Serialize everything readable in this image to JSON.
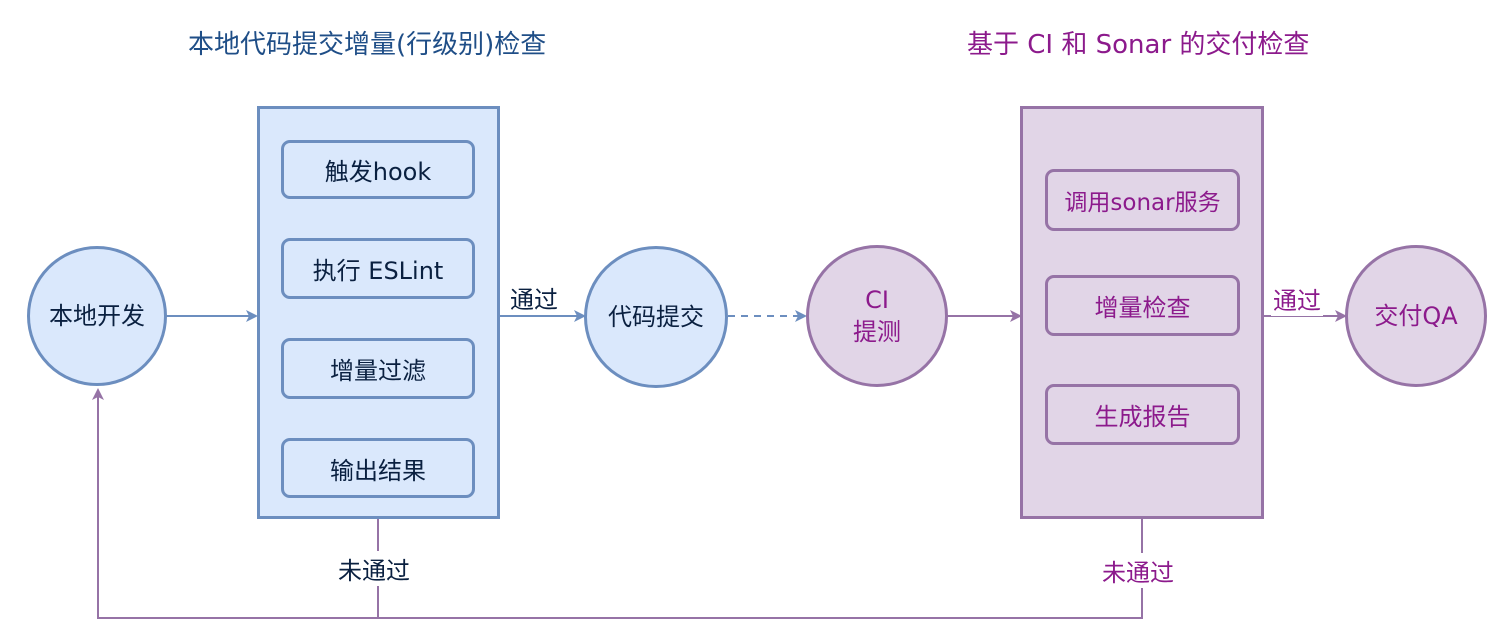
{
  "diagram": {
    "left_section": {
      "title": "本地代码提交增量(行级别)检查",
      "steps": [
        "触发hook",
        "执行 ESLint",
        "增量过滤",
        "输出结果"
      ]
    },
    "right_section": {
      "title": "基于 CI 和 Sonar 的交付检查",
      "steps": [
        "调用sonar服务",
        "增量检查",
        "生成报告"
      ]
    },
    "nodes": {
      "local_dev": "本地开发",
      "code_submit": "代码提交",
      "ci_line1": "CI",
      "ci_line2": "提测",
      "deliver_qa": "交付QA"
    },
    "edges": {
      "pass_left": "通过",
      "pass_right": "通过",
      "fail_left": "未通过",
      "fail_right": "未通过"
    },
    "colors": {
      "blue_fill": "#dae8fc",
      "blue_stroke": "#6c8ebf",
      "purple_fill": "#e1d5e7",
      "purple_stroke": "#9673a6",
      "blue_title": "#1f4e87",
      "purple_title": "#8c1a8c"
    }
  }
}
